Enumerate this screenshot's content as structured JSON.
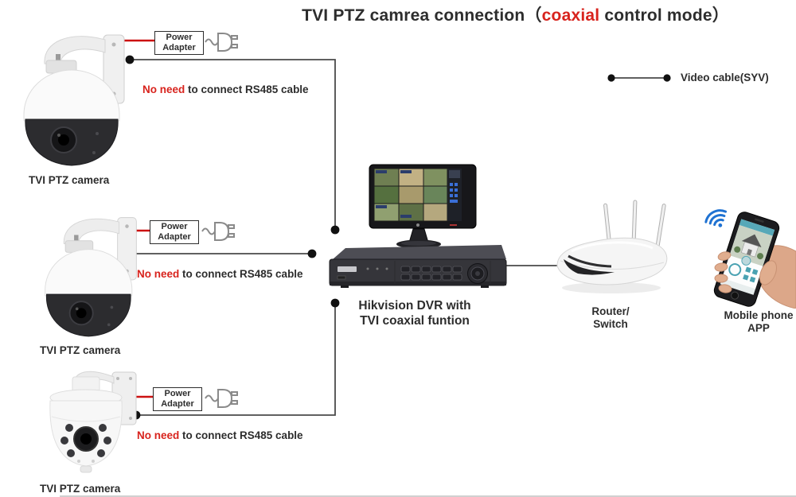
{
  "title": {
    "text_before": "TVI PTZ camrea connection（",
    "text_red": "coaxial",
    "text_after": " control mode）"
  },
  "legend": {
    "label": "Video cable(SYV)"
  },
  "colors": {
    "red": "#d8231d",
    "power_line_red": "#cc1111",
    "cable_gray": "#4a4a4a",
    "text_dark": "#2d2d2d",
    "wifi_blue": "#1f72d2",
    "app_teal": "#57a8b8"
  },
  "cameras": [
    {
      "label": "TVI PTZ camera",
      "adapter": {
        "line1": "Power",
        "line2": "Adapter"
      },
      "note_highlight": "No need",
      "note_rest": " to connect RS485 cable"
    },
    {
      "label": "TVI PTZ camera",
      "adapter": {
        "line1": "Power",
        "line2": "Adapter"
      },
      "note_highlight": "No need",
      "note_rest": " to connect RS485 cable"
    },
    {
      "label": "TVI PTZ camera",
      "adapter": {
        "line1": "Power",
        "line2": "Adapter"
      },
      "note_highlight": "No need",
      "note_rest": " to connect RS485 cable"
    }
  ],
  "dvr": {
    "caption1": "Hikvision DVR with",
    "caption2": "TVI coaxial funtion"
  },
  "router": {
    "label1": "Router/",
    "label2": "Switch"
  },
  "mobile": {
    "label1": "Mobile phone",
    "label2": "APP"
  }
}
